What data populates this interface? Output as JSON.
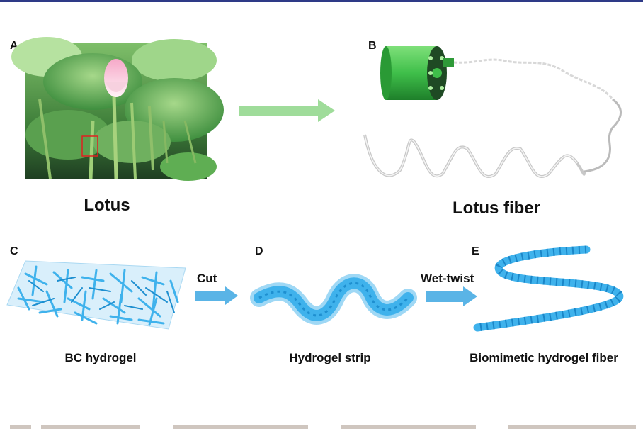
{
  "panels": {
    "A": {
      "letter": "A",
      "caption": "Lotus"
    },
    "B": {
      "letter": "B",
      "caption": "Lotus fiber"
    },
    "C": {
      "letter": "C",
      "caption": "BC hydrogel"
    },
    "D": {
      "letter": "D",
      "caption": "Hydrogel strip"
    },
    "E": {
      "letter": "E",
      "caption": "Biomimetic hydrogel fiber"
    }
  },
  "arrows": {
    "cut": {
      "label": "Cut"
    },
    "wet_twist": {
      "label": "Wet-twist"
    }
  },
  "colors": {
    "top_rule": "#2e3a87",
    "green_arrow": "#9fdc9a",
    "blue_arrow": "#5ab4e6",
    "hydrogel_blue": "#3fb2ec",
    "fiber_green": "#3fbf4a",
    "highlight_box": "#e02020"
  }
}
